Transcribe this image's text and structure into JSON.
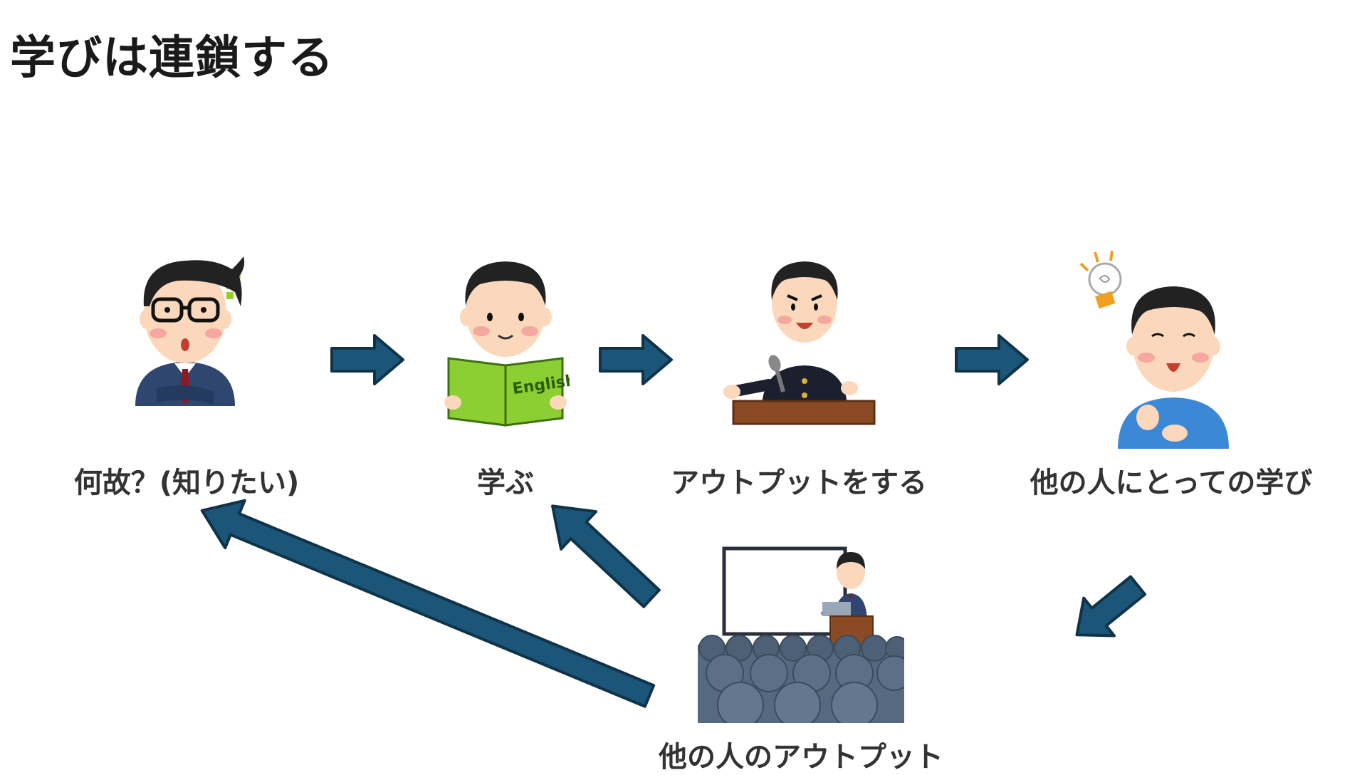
{
  "slide": {
    "title": "学びは連鎖する"
  },
  "nodes": {
    "why": {
      "label": "何故？(知りたい)"
    },
    "learn": {
      "label": "学ぶ",
      "book_text": "English"
    },
    "output": {
      "label": "アウトプットをする"
    },
    "others_learning": {
      "label": "他の人にとっての学び"
    },
    "others_output": {
      "label": "他の人のアウトプット"
    }
  },
  "colors": {
    "arrow": "#1b5577",
    "arrow_stroke": "#0f3349",
    "book": "#8ccf32",
    "podium": "#8a4a24",
    "shirt_blue": "#3b88d6",
    "suit": "#2e4670",
    "audience": "#55697f"
  }
}
